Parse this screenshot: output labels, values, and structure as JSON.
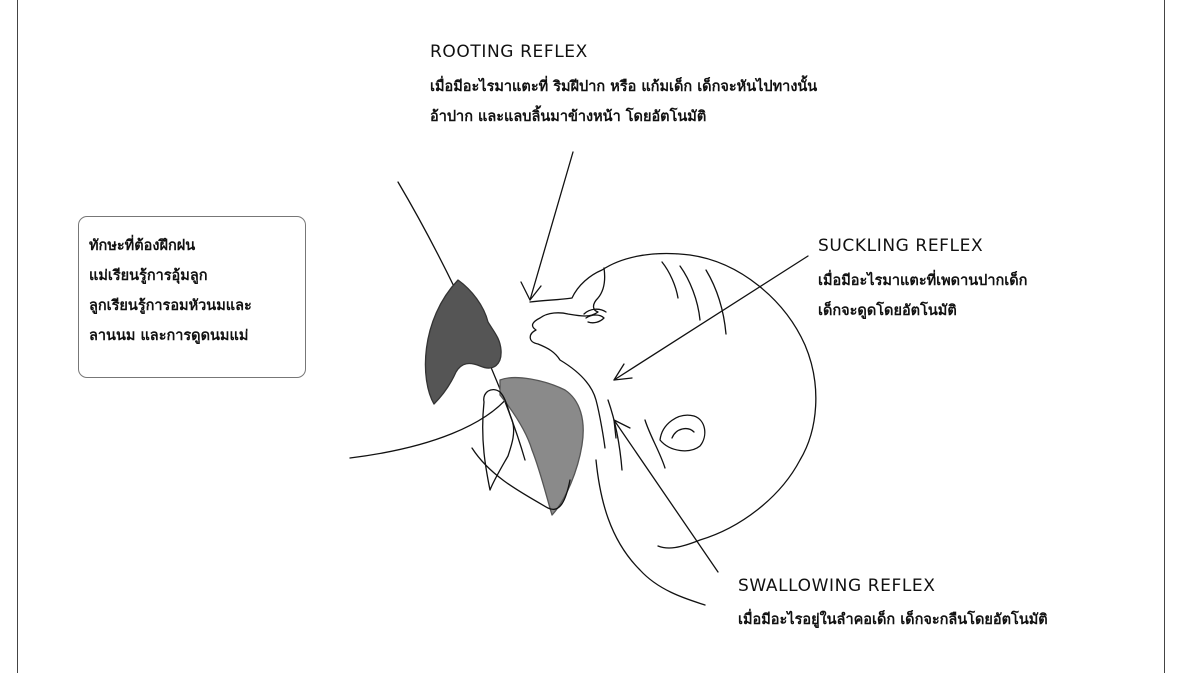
{
  "colors": {
    "line": "#111111",
    "nipple_fill": "#555555",
    "hand_fill": "#8a8a8a",
    "box_border": "#777777"
  },
  "rooting": {
    "title": "ROOTING REFLEX",
    "line1": "เมื่อมีอะไรมาแตะที่ ริมฝีปาก หรือ แก้มเด็ก เด็กจะหันไปทางนั้น",
    "line2": "อ้าปาก และแลบลิ้นมาข้างหน้า โดยอัตโนมัติ"
  },
  "suckling": {
    "title": "SUCKLING REFLEX",
    "line1": "เมื่อมีอะไรมาแตะที่เพดานปากเด็ก",
    "line2": "เด็กจะดูดโดยอัตโนมัติ"
  },
  "swallowing": {
    "title": "SWALLOWING REFLEX",
    "line1": "เมื่อมีอะไรอยู่ในลำคอเด็ก เด็กจะกลืนโดยอัตโนมัติ"
  },
  "skills": {
    "line1": "ทักษะที่ต้องฝึกฝน",
    "line2": "แม่เรียนรู้การอุ้มลูก",
    "line3": "ลูกเรียนรู้การอมหัวนมและ",
    "line4": "ลานนม และการดูดนมแม่"
  }
}
